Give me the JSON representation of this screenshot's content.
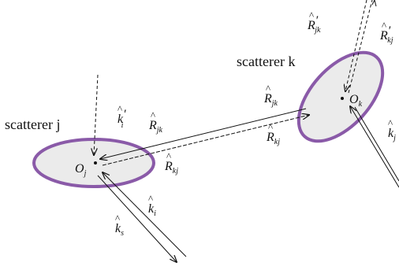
{
  "scatterers": {
    "j": {
      "caption": "scatterer j",
      "origin": "O",
      "origin_sub": "j"
    },
    "k": {
      "caption": "scatterer k",
      "origin": "O",
      "origin_sub": "k"
    }
  },
  "vectors": {
    "ki_prime": {
      "base": "k",
      "prime": "′",
      "sub": "i"
    },
    "ki": {
      "base": "k",
      "sub": "i"
    },
    "ks": {
      "base": "k",
      "sub": "s"
    },
    "kj_right": {
      "base": "k",
      "sub": "j"
    },
    "Rjk_top": {
      "base": "R",
      "sub": "jk"
    },
    "Rkj_bottom": {
      "base": "R",
      "sub": "kj"
    },
    "Rjk_left": {
      "base": "R",
      "sub": "jk"
    },
    "Rkj_left": {
      "base": "R",
      "sub": "kj"
    },
    "Rjk_prime": {
      "base": "R",
      "prime": "′",
      "sub": "jk"
    },
    "Rkj_prime": {
      "base": "R",
      "prime": "′",
      "sub": "kj"
    }
  },
  "hat": "^",
  "colors": {
    "ellipse_stroke": "#8a5aa8",
    "ellipse_fill": "#ebebeb",
    "line": "#111111"
  }
}
